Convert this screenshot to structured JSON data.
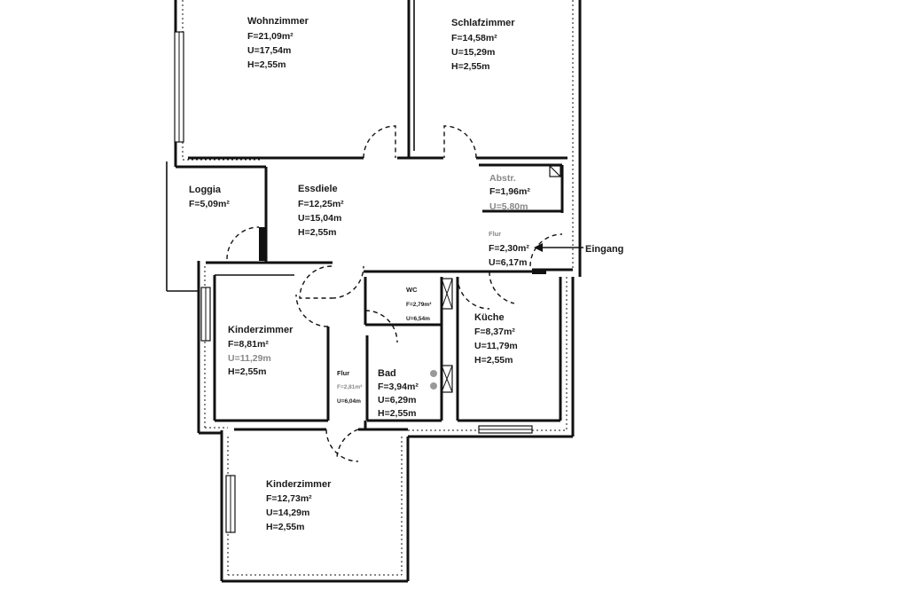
{
  "rooms": {
    "wohnzimmer": {
      "name": "Wohnzimmer",
      "f": "F=21,09m²",
      "u": "U=17,54m",
      "h": "H=2,55m"
    },
    "schlafzimmer": {
      "name": "Schlafzimmer",
      "f": "F=14,58m²",
      "u": "U=15,29m",
      "h": "H=2,55m"
    },
    "loggia": {
      "name": "Loggia",
      "f": "F=5,09m²"
    },
    "essdiele": {
      "name": "Essdiele",
      "f": "F=12,25m²",
      "u": "U=15,04m",
      "h": "H=2,55m"
    },
    "abstr": {
      "name": "Abstr.",
      "f": "F=1,96m²",
      "u": "U=5,80m"
    },
    "flur_entry": {
      "name": "Flur",
      "f": "F=2,30m²",
      "u": "U=6,17m"
    },
    "wc": {
      "name": "WC",
      "f": "F=2,79m²",
      "u": "U=6,54m"
    },
    "kueche": {
      "name": "Küche",
      "f": "F=8,37m²",
      "u": "U=11,79m",
      "h": "H=2,55m"
    },
    "kinderzimmer1": {
      "name": "Kinderzimmer",
      "f": "F=8,81m²",
      "u": "U=11,29m",
      "h": "H=2,55m"
    },
    "flur_inner": {
      "name": "Flur",
      "f": "F=2,81m²",
      "u": "U=6,04m"
    },
    "bad": {
      "name": "Bad",
      "f": "F=3,94m²",
      "u": "U=6,29m",
      "h": "H=2,55m"
    },
    "kinderzimmer2": {
      "name": "Kinderzimmer",
      "f": "F=12,73m²",
      "u": "U=14,29m",
      "h": "H=2,55m"
    }
  },
  "entrance_label": "Eingang"
}
